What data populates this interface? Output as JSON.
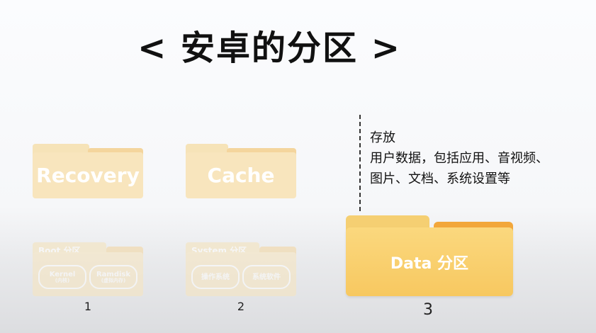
{
  "title": "< 安卓的分区 >",
  "folders": {
    "recovery": {
      "label": "Recovery"
    },
    "cache": {
      "label": "Cache"
    },
    "boot": {
      "label": "Boot 分区",
      "pills": [
        {
          "main": "Kernel",
          "sub": "(内核)"
        },
        {
          "main": "Ramdisk",
          "sub": "(虚拟内存)"
        }
      ]
    },
    "system": {
      "label": "System 分区",
      "pills": [
        {
          "main": "操作系统"
        },
        {
          "main": "系统软件"
        }
      ]
    },
    "data": {
      "label": "Data 分区"
    }
  },
  "numbers": [
    "1",
    "2",
    "3"
  ],
  "description": {
    "line1": "存放",
    "line2": "用户数据，包括应用、音视频、",
    "line3": "图片、文档、系统设置等"
  }
}
